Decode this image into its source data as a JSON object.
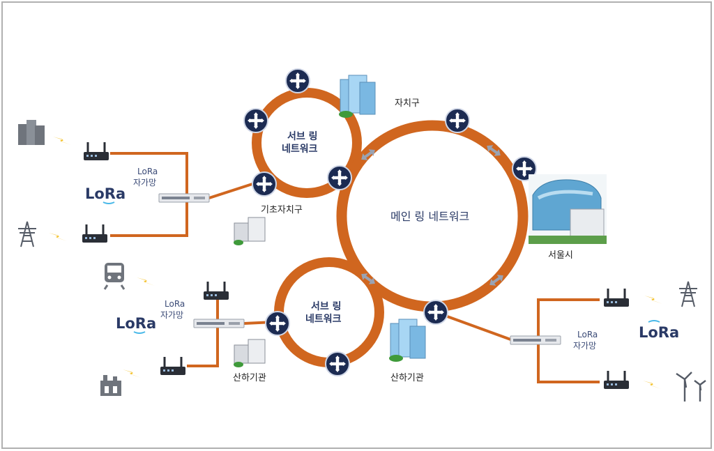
{
  "rings": {
    "main_label": "메인 링 네트워크",
    "sub_top_label": [
      "서브 링",
      "네트워크"
    ],
    "sub_bottom_label": [
      "서브 링",
      "네트워크"
    ]
  },
  "places": {
    "jachigu": "자치구",
    "gicho": "기초자치구",
    "seoul": "서울시",
    "sanha_left": "산하기관",
    "sanha_right": "산하기관"
  },
  "lora": {
    "logo_text": "LoRa",
    "net_label_1": "LoRa",
    "net_label_2": "자가망"
  },
  "colors": {
    "ring": "#d0661f",
    "router": "#1c2b52",
    "border": "#b0b0b0"
  }
}
